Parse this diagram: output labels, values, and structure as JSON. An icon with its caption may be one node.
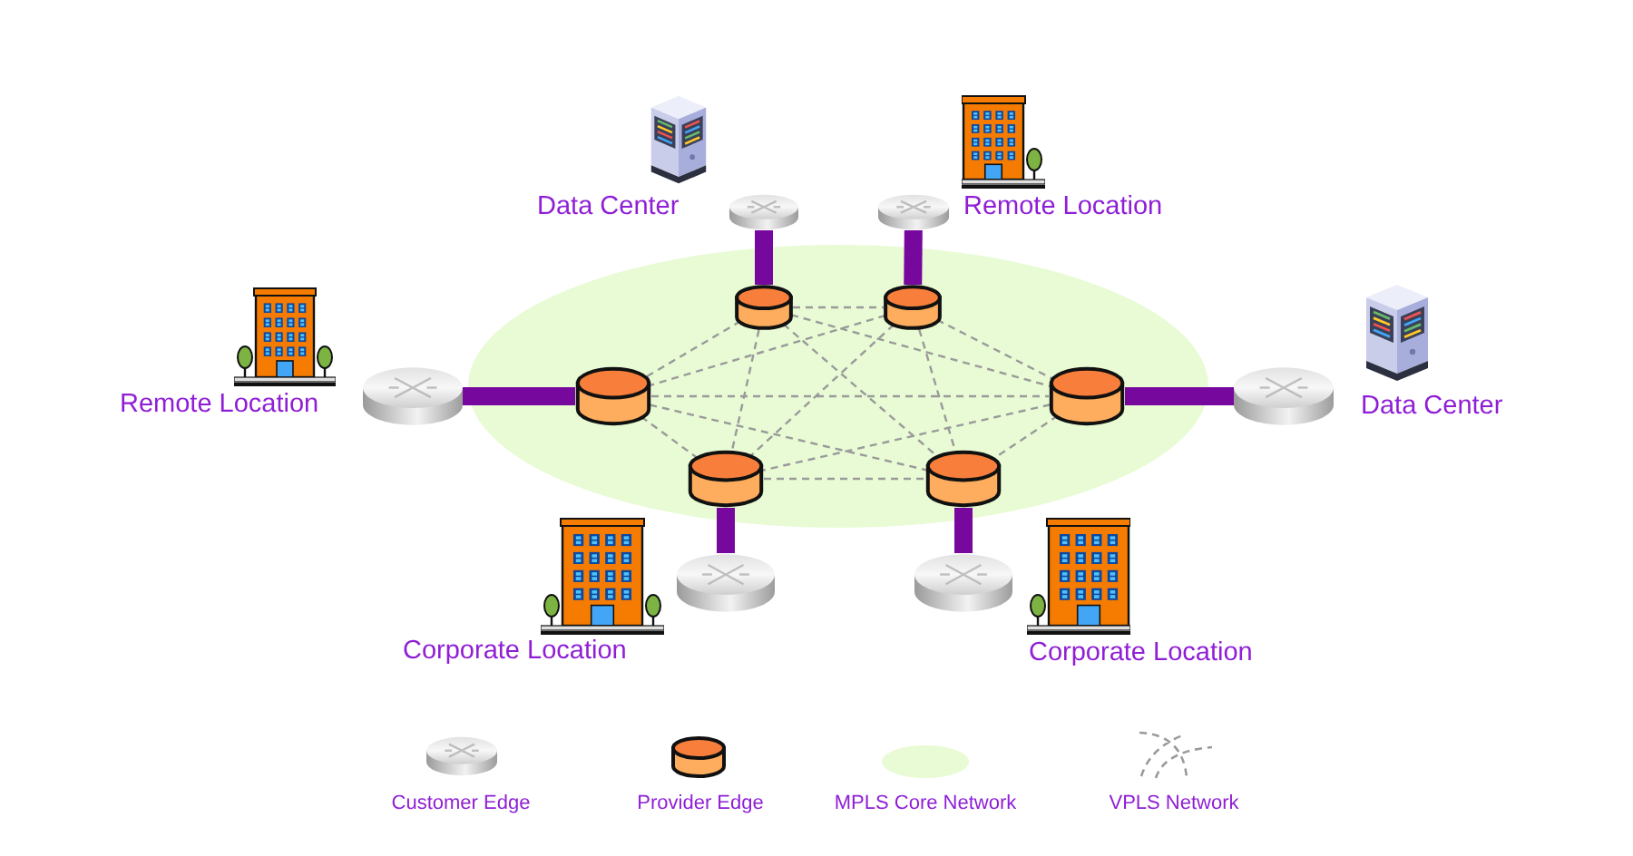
{
  "diagram": {
    "nodes": [
      {
        "text": [],
        "shape": "picture",
        "beside": [
          "Data Center"
        ]
      },
      {
        "text": [],
        "shape": "picture",
        "beside": [
          "Remote Location"
        ]
      },
      {
        "text": [],
        "shape": "cylinder"
      },
      {
        "text": [],
        "shape": "cylinder"
      },
      {
        "text": [],
        "shape": "picture",
        "beside": [
          "Remote Location"
        ]
      },
      {
        "text": [],
        "shape": "cylinder"
      },
      {
        "text": [],
        "shape": "cylinder"
      },
      {
        "text": [],
        "shape": "picture",
        "beside": [
          "Data Center"
        ]
      },
      {
        "text": [],
        "shape": "cylinder"
      },
      {
        "text": [],
        "shape": "cylinder"
      },
      {
        "text": [],
        "shape": "picture",
        "beside": [
          "Corporate Location"
        ]
      },
      {
        "text": [],
        "shape": "picture",
        "beside": [
          "Corporate Location"
        ]
      }
    ],
    "edges": [
      {
        "from": 0,
        "to": 2,
        "arrow": "none",
        "style": "thick",
        "color": "#76089e"
      },
      {
        "from": 1,
        "to": 3,
        "arrow": "none",
        "style": "thick",
        "color": "#76089e"
      },
      {
        "from": 4,
        "to": 5,
        "arrow": "none",
        "style": "thick",
        "color": "#76089e"
      },
      {
        "from": 7,
        "to": 6,
        "arrow": "none",
        "style": "thick",
        "color": "#76089e"
      },
      {
        "from": 10,
        "to": 8,
        "arrow": "none",
        "style": "thick",
        "color": "#76089e"
      },
      {
        "from": 11,
        "to": 9,
        "arrow": "none",
        "style": "thick",
        "color": "#76089e"
      },
      {
        "from": 2,
        "to": 3,
        "arrow": "none",
        "style": "dashed"
      },
      {
        "from": 2,
        "to": 5,
        "arrow": "none",
        "style": "dashed"
      },
      {
        "from": 2,
        "to": 6,
        "arrow": "none",
        "style": "dashed"
      },
      {
        "from": 2,
        "to": 8,
        "arrow": "none",
        "style": "dashed"
      },
      {
        "from": 2,
        "to": 9,
        "arrow": "none",
        "style": "dashed"
      },
      {
        "from": 3,
        "to": 5,
        "arrow": "none",
        "style": "dashed"
      },
      {
        "from": 3,
        "to": 6,
        "arrow": "none",
        "style": "dashed"
      },
      {
        "from": 3,
        "to": 8,
        "arrow": "none",
        "style": "dashed"
      },
      {
        "from": 3,
        "to": 9,
        "arrow": "none",
        "style": "dashed"
      },
      {
        "from": 5,
        "to": 6,
        "arrow": "none",
        "style": "dashed"
      },
      {
        "from": 5,
        "to": 8,
        "arrow": "none",
        "style": "dashed"
      },
      {
        "from": 5,
        "to": 9,
        "arrow": "none",
        "style": "dashed"
      },
      {
        "from": 6,
        "to": 8,
        "arrow": "none",
        "style": "dashed"
      },
      {
        "from": 6,
        "to": 9,
        "arrow": "none",
        "style": "dashed"
      },
      {
        "from": 8,
        "to": 9,
        "arrow": "none",
        "style": "dashed"
      }
    ],
    "legend": [
      {
        "text": "Customer Edge"
      },
      {
        "text": "Provider Edge"
      },
      {
        "text": "MPLS Core Network",
        "color": "#e8fbd4"
      },
      {
        "text": "VPLS Network"
      }
    ]
  }
}
